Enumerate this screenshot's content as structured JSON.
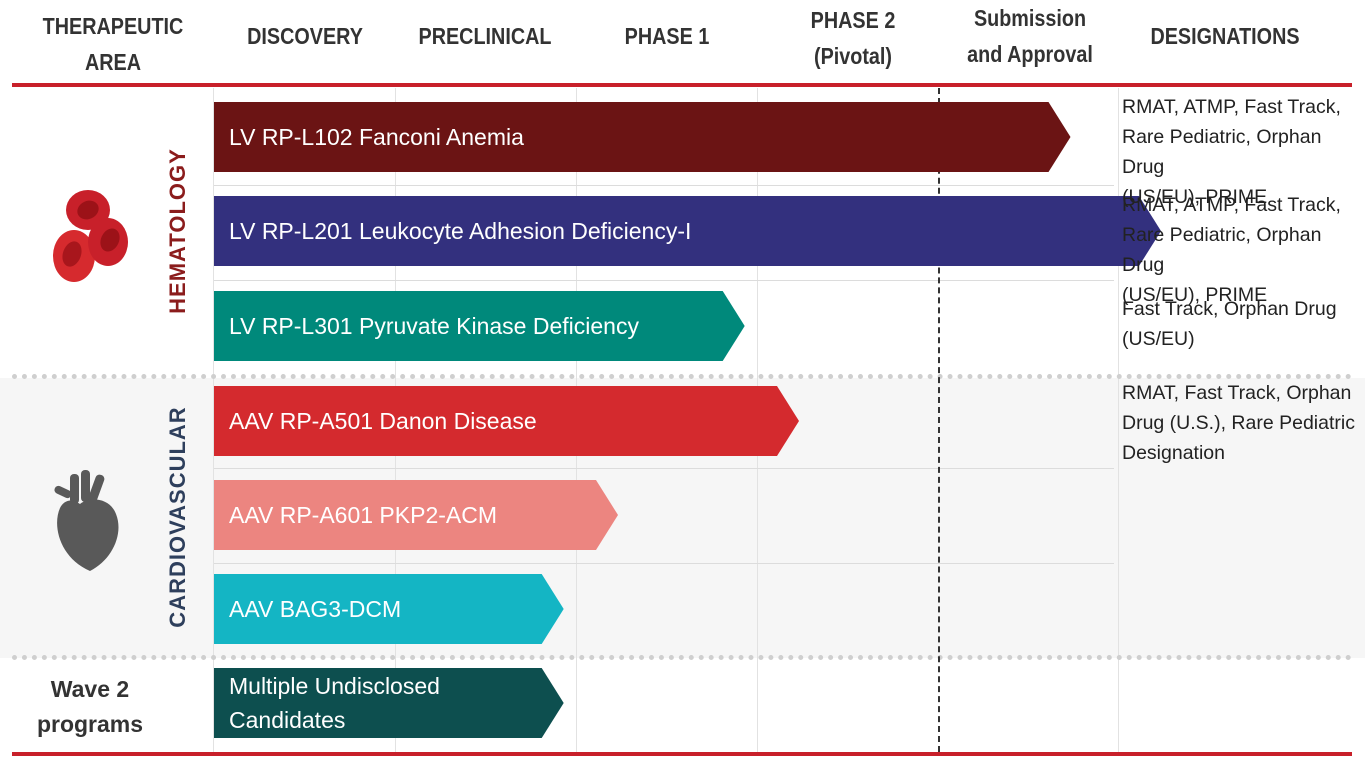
{
  "header": {
    "therapeutic_area": [
      "THERAPEUTIC",
      "AREA"
    ],
    "discovery": "DISCOVERY",
    "preclinical": "PRECLINICAL",
    "phase1": "PHASE 1",
    "phase2": [
      "PHASE 2",
      "(Pivotal)"
    ],
    "submission": [
      "Submission",
      "and Approval"
    ],
    "designations": "DESIGNATIONS"
  },
  "areas": {
    "hematology": "HEMATOLOGY",
    "cardiovascular": "CARDIOVASCULAR",
    "wave2": [
      "Wave 2",
      "programs"
    ]
  },
  "icons": {
    "hematology": "red-blood-cells-icon",
    "cardiovascular": "heart-icon"
  },
  "colors": {
    "accent_red": "#c8202a",
    "hematology_label": "#8b1c1c",
    "cardio_label": "#2e3f5c"
  },
  "programs": [
    {
      "label": [
        "LV RP-L102 Fanconi Anemia"
      ],
      "color": "#6b1414",
      "progress_stage": 4.5
    },
    {
      "label": [
        "LV RP-L201 Leukocyte Adhesion Deficiency-I"
      ],
      "color": "#33307e",
      "progress_stage": 5.0
    },
    {
      "label": [
        "LV RP-L301 Pyruvate Kinase Deficiency"
      ],
      "color": "#00897b",
      "progress_stage": 2.7
    },
    {
      "label": [
        "AAV RP-A501 Danon Disease"
      ],
      "color": "#d42a2e",
      "progress_stage": 3.0
    },
    {
      "label": [
        "AAV RP-A601 PKP2-ACM"
      ],
      "color": "#ec8580",
      "progress_stage": 2.0
    },
    {
      "label": [
        "AAV BAG3-DCM"
      ],
      "color": "#14b5c4",
      "progress_stage": 1.7
    },
    {
      "label": [
        "Multiple Undisclosed",
        "Candidates"
      ],
      "color": "#0d4f4f",
      "progress_stage": 1.7
    }
  ],
  "designations": [
    [
      "RMAT, ATMP, Fast Track,",
      "Rare Pediatric, Orphan Drug",
      "(US/EU), PRIME"
    ],
    [
      "RMAT, ATMP, Fast Track,",
      "Rare Pediatric, Orphan Drug",
      "(US/EU), PRIME"
    ],
    [
      "Fast Track, Orphan Drug",
      "(US/EU)"
    ],
    [
      "RMAT, Fast Track, Orphan",
      "Drug (U.S.), Rare Pediatric",
      "Designation"
    ]
  ]
}
